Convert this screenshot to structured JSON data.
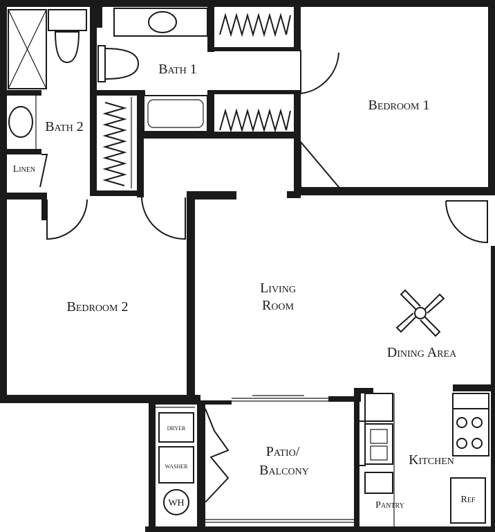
{
  "rooms": {
    "bath1": "Bath 1",
    "bath2": "Bath 2",
    "linen": "Linen",
    "bedroom1": "Bedroom 1",
    "bedroom2": "Bedroom 2",
    "living_line1": "Living",
    "living_line2": "Room",
    "dining": "Dining Area",
    "patio_line1": "Patio/",
    "patio_line2": "Balcony",
    "kitchen": "Kitchen",
    "pantry": "Pantry"
  },
  "appliances": {
    "dryer": "dryer",
    "washer": "washer",
    "water_heater": "WH",
    "refrigerator": "Ref"
  }
}
